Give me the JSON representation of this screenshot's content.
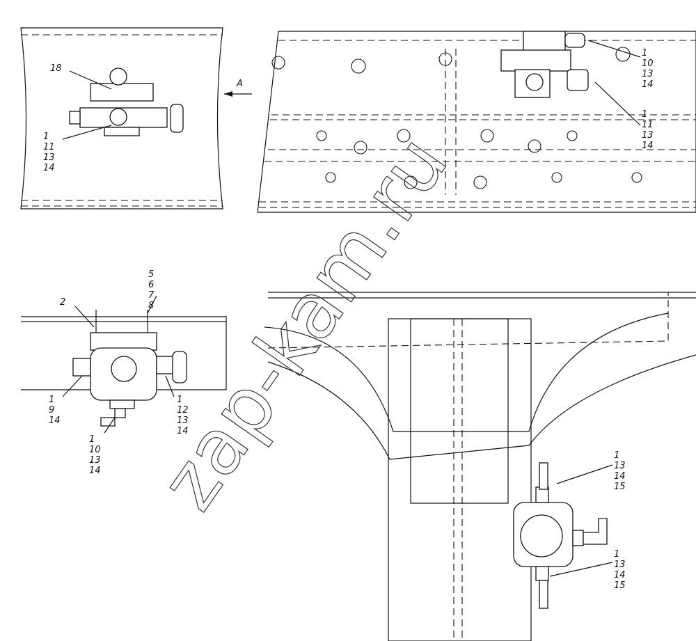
{
  "view_arrow": "A",
  "watermark": "zap-kam.ru",
  "callouts": {
    "top_left_18": [
      "18"
    ],
    "top_left_valve": [
      "1",
      "11",
      "13",
      "14"
    ],
    "top_right_upper": [
      "1",
      "10",
      "13",
      "14"
    ],
    "top_right_lower": [
      "1",
      "11",
      "13",
      "14"
    ],
    "bottom_left_bolts": [
      "5",
      "6",
      "7",
      "8"
    ],
    "bottom_left_bracket": [
      "2"
    ],
    "bottom_left_left": [
      "1",
      "9",
      "14"
    ],
    "bottom_left_right": [
      "1",
      "12",
      "13",
      "14"
    ],
    "bottom_left_bottom": [
      "1",
      "10",
      "13",
      "14"
    ],
    "bottom_right_upper": [
      "1",
      "13",
      "14",
      "15"
    ],
    "bottom_right_lower": [
      "1",
      "13",
      "14",
      "15"
    ]
  }
}
